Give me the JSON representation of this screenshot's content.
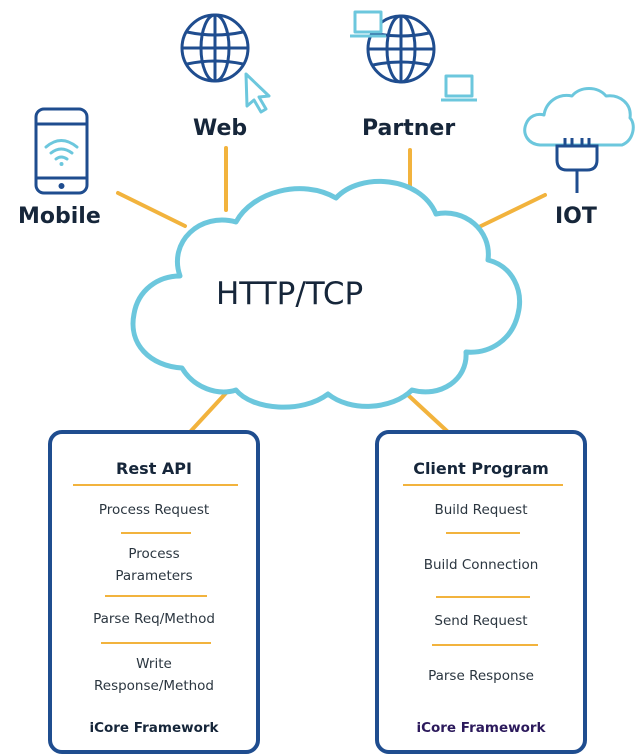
{
  "clients": {
    "mobile": "Mobile",
    "web": "Web",
    "partner": "Partner",
    "iot": "IOT"
  },
  "cloud_label": "HTTP/TCP",
  "rest_api": {
    "title": "Rest API",
    "items": [
      "Process Request",
      "Process\nParameters",
      "Parse Req/Method",
      "Write\nResponse/Method"
    ],
    "footer": "iCore Framework"
  },
  "client_program": {
    "title": "Client Program",
    "items": [
      "Build Request",
      "Build Connection",
      "Send Request",
      "Parse Response"
    ],
    "footer": "iCore Framework"
  },
  "colors": {
    "icon_blue": "#1f4d8f",
    "cloud_cyan": "#6cc7dd",
    "connector_orange": "#f2b33d",
    "panel_border": "#1f4d8f"
  }
}
